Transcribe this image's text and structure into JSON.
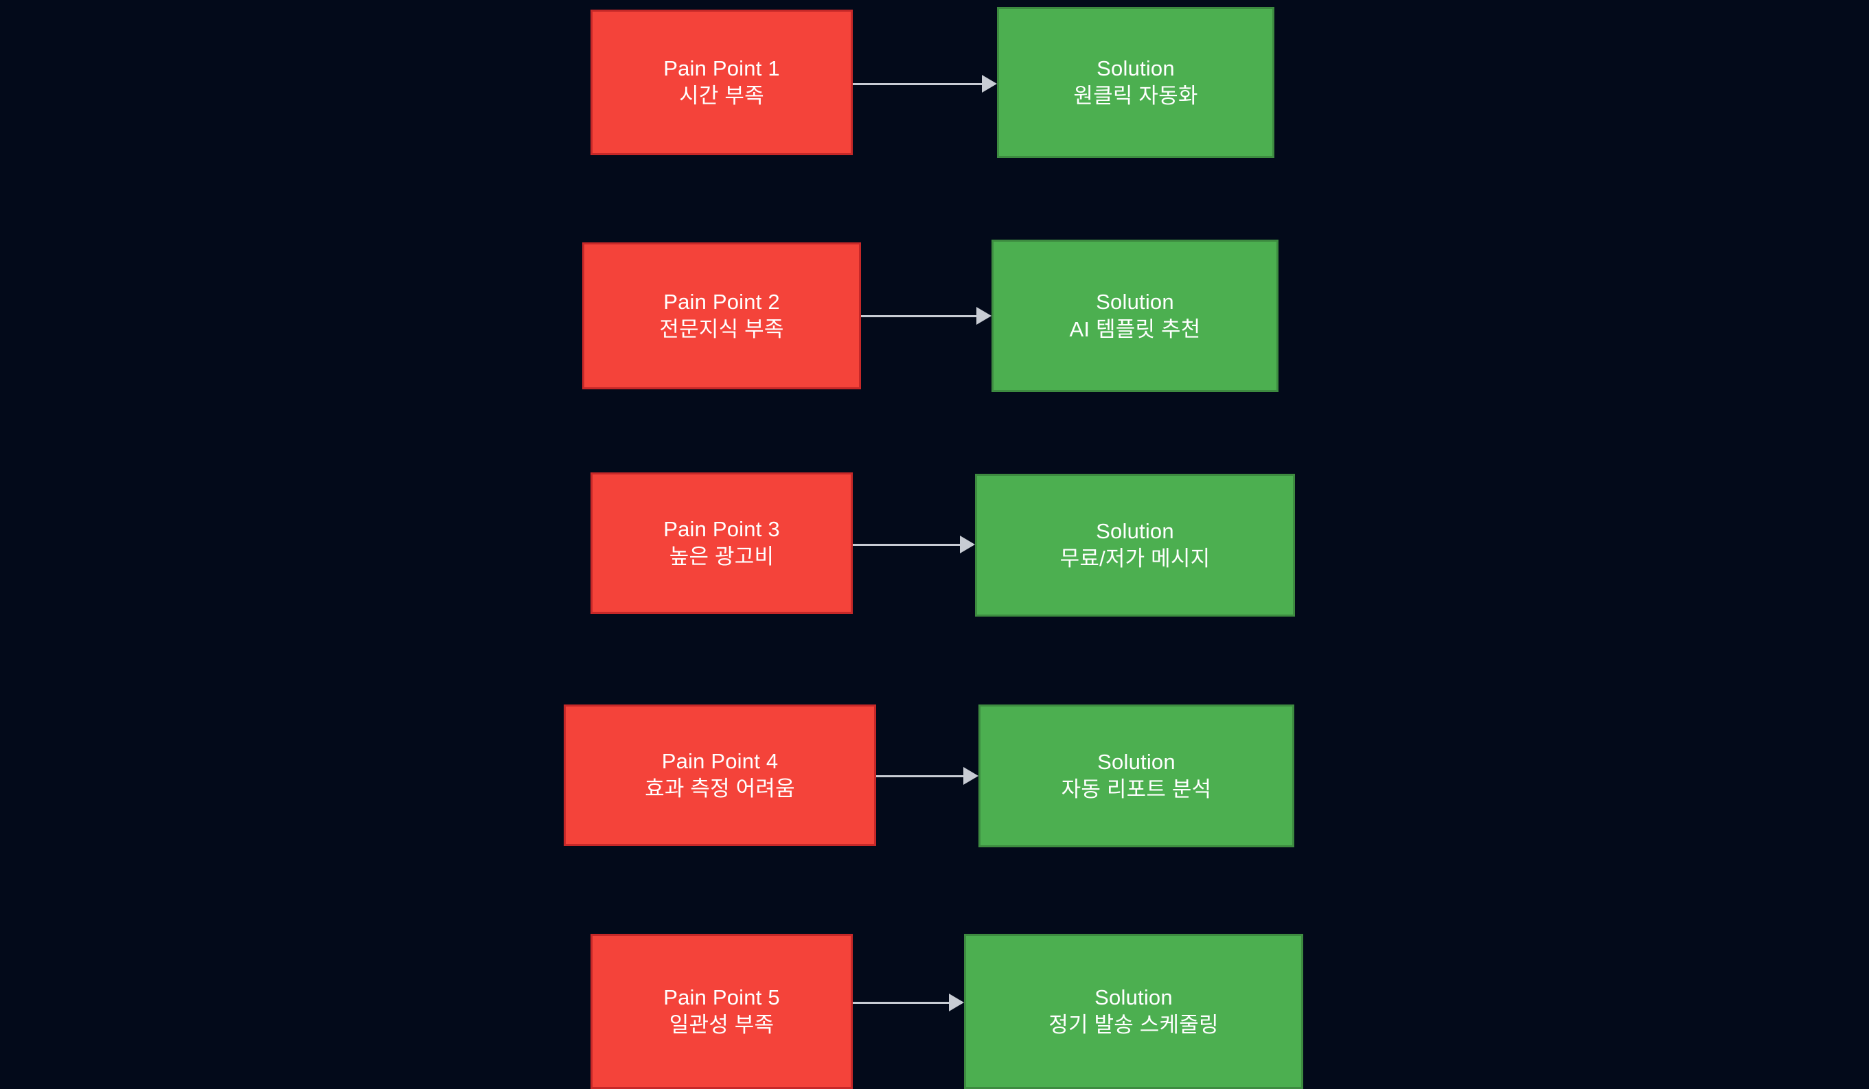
{
  "diagram": {
    "type": "flowchart",
    "direction": "left-to-right",
    "background_color": "#030a1a",
    "pain_color": "#f4433a",
    "pain_border_color": "#c62828",
    "solution_color": "#4caf50",
    "solution_border_color": "#3d8b40",
    "arrow_color": "#c8ccd4",
    "text_color": "#ffffff",
    "rows": [
      {
        "pain": {
          "title": "Pain Point 1",
          "detail": "시간 부족"
        },
        "solution": {
          "title": "Solution",
          "detail": "원클릭 자동화"
        },
        "connector": "arrow"
      },
      {
        "pain": {
          "title": "Pain Point 2",
          "detail": "전문지식 부족"
        },
        "solution": {
          "title": "Solution",
          "detail": "AI 템플릿 추천"
        },
        "connector": "arrow"
      },
      {
        "pain": {
          "title": "Pain Point 3",
          "detail": "높은 광고비"
        },
        "solution": {
          "title": "Solution",
          "detail": "무료/저가 메시지"
        },
        "connector": "arrow"
      },
      {
        "pain": {
          "title": "Pain Point 4",
          "detail": "효과 측정 어려움"
        },
        "solution": {
          "title": "Solution",
          "detail": "자동 리포트 분석"
        },
        "connector": "arrow"
      },
      {
        "pain": {
          "title": "Pain Point 5",
          "detail": "일관성 부족"
        },
        "solution": {
          "title": "Solution",
          "detail": "정기 발송 스케줄링"
        },
        "connector": "arrow"
      }
    ]
  }
}
